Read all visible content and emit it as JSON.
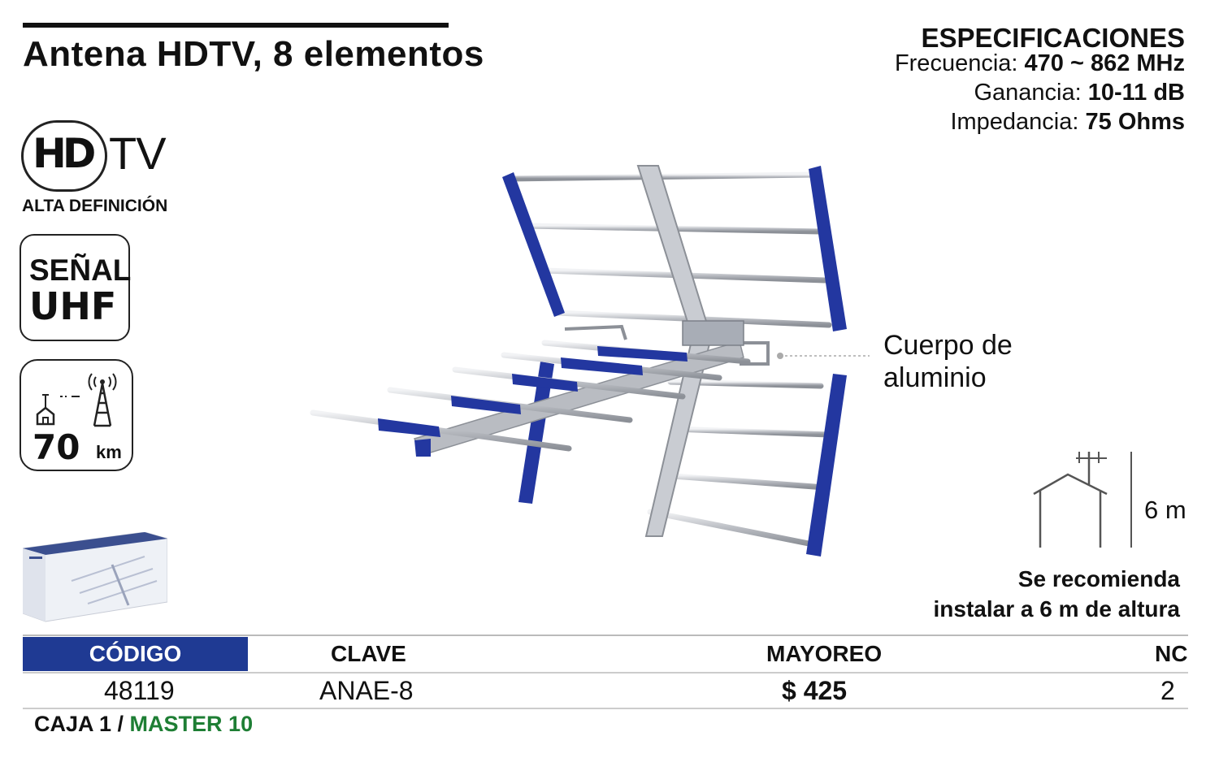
{
  "title": "Antena HDTV, 8 elementos",
  "specs": {
    "heading": "ESPECIFICACIONES",
    "rows": [
      {
        "label": "Frecuencia:",
        "value": "470 ~ 862 MHz"
      },
      {
        "label": "Ganancia:",
        "value": "10-11 dB"
      },
      {
        "label": "Impedancia:",
        "value": "75 Ohms"
      }
    ]
  },
  "badges": {
    "hd": "HD",
    "tv": "TV",
    "hd_caption": "ALTA DEFINICIÓN",
    "signal_l1": "SEÑAL",
    "signal_l2": "UHF",
    "range_num": "70",
    "range_unit": "km"
  },
  "callout": {
    "line1": "Cuerpo de",
    "line2": "aluminio"
  },
  "install": {
    "height": "6 m",
    "line1": "Se recomienda",
    "line2": "instalar a 6 m de altura"
  },
  "table": {
    "headers": {
      "code": "CÓDIGO",
      "key": "CLAVE",
      "wholesale": "MAYOREO",
      "nc": "NC"
    },
    "row": {
      "code": "48119",
      "key": "ANAE-8",
      "wholesale": "$ 425",
      "nc": "2"
    }
  },
  "footer": {
    "box": "CAJA 1 /",
    "master": "MASTER 10"
  },
  "colors": {
    "accent_blue": "#1f3a93",
    "antenna_blue": "#2337a0",
    "master_green": "#1e7e34"
  }
}
